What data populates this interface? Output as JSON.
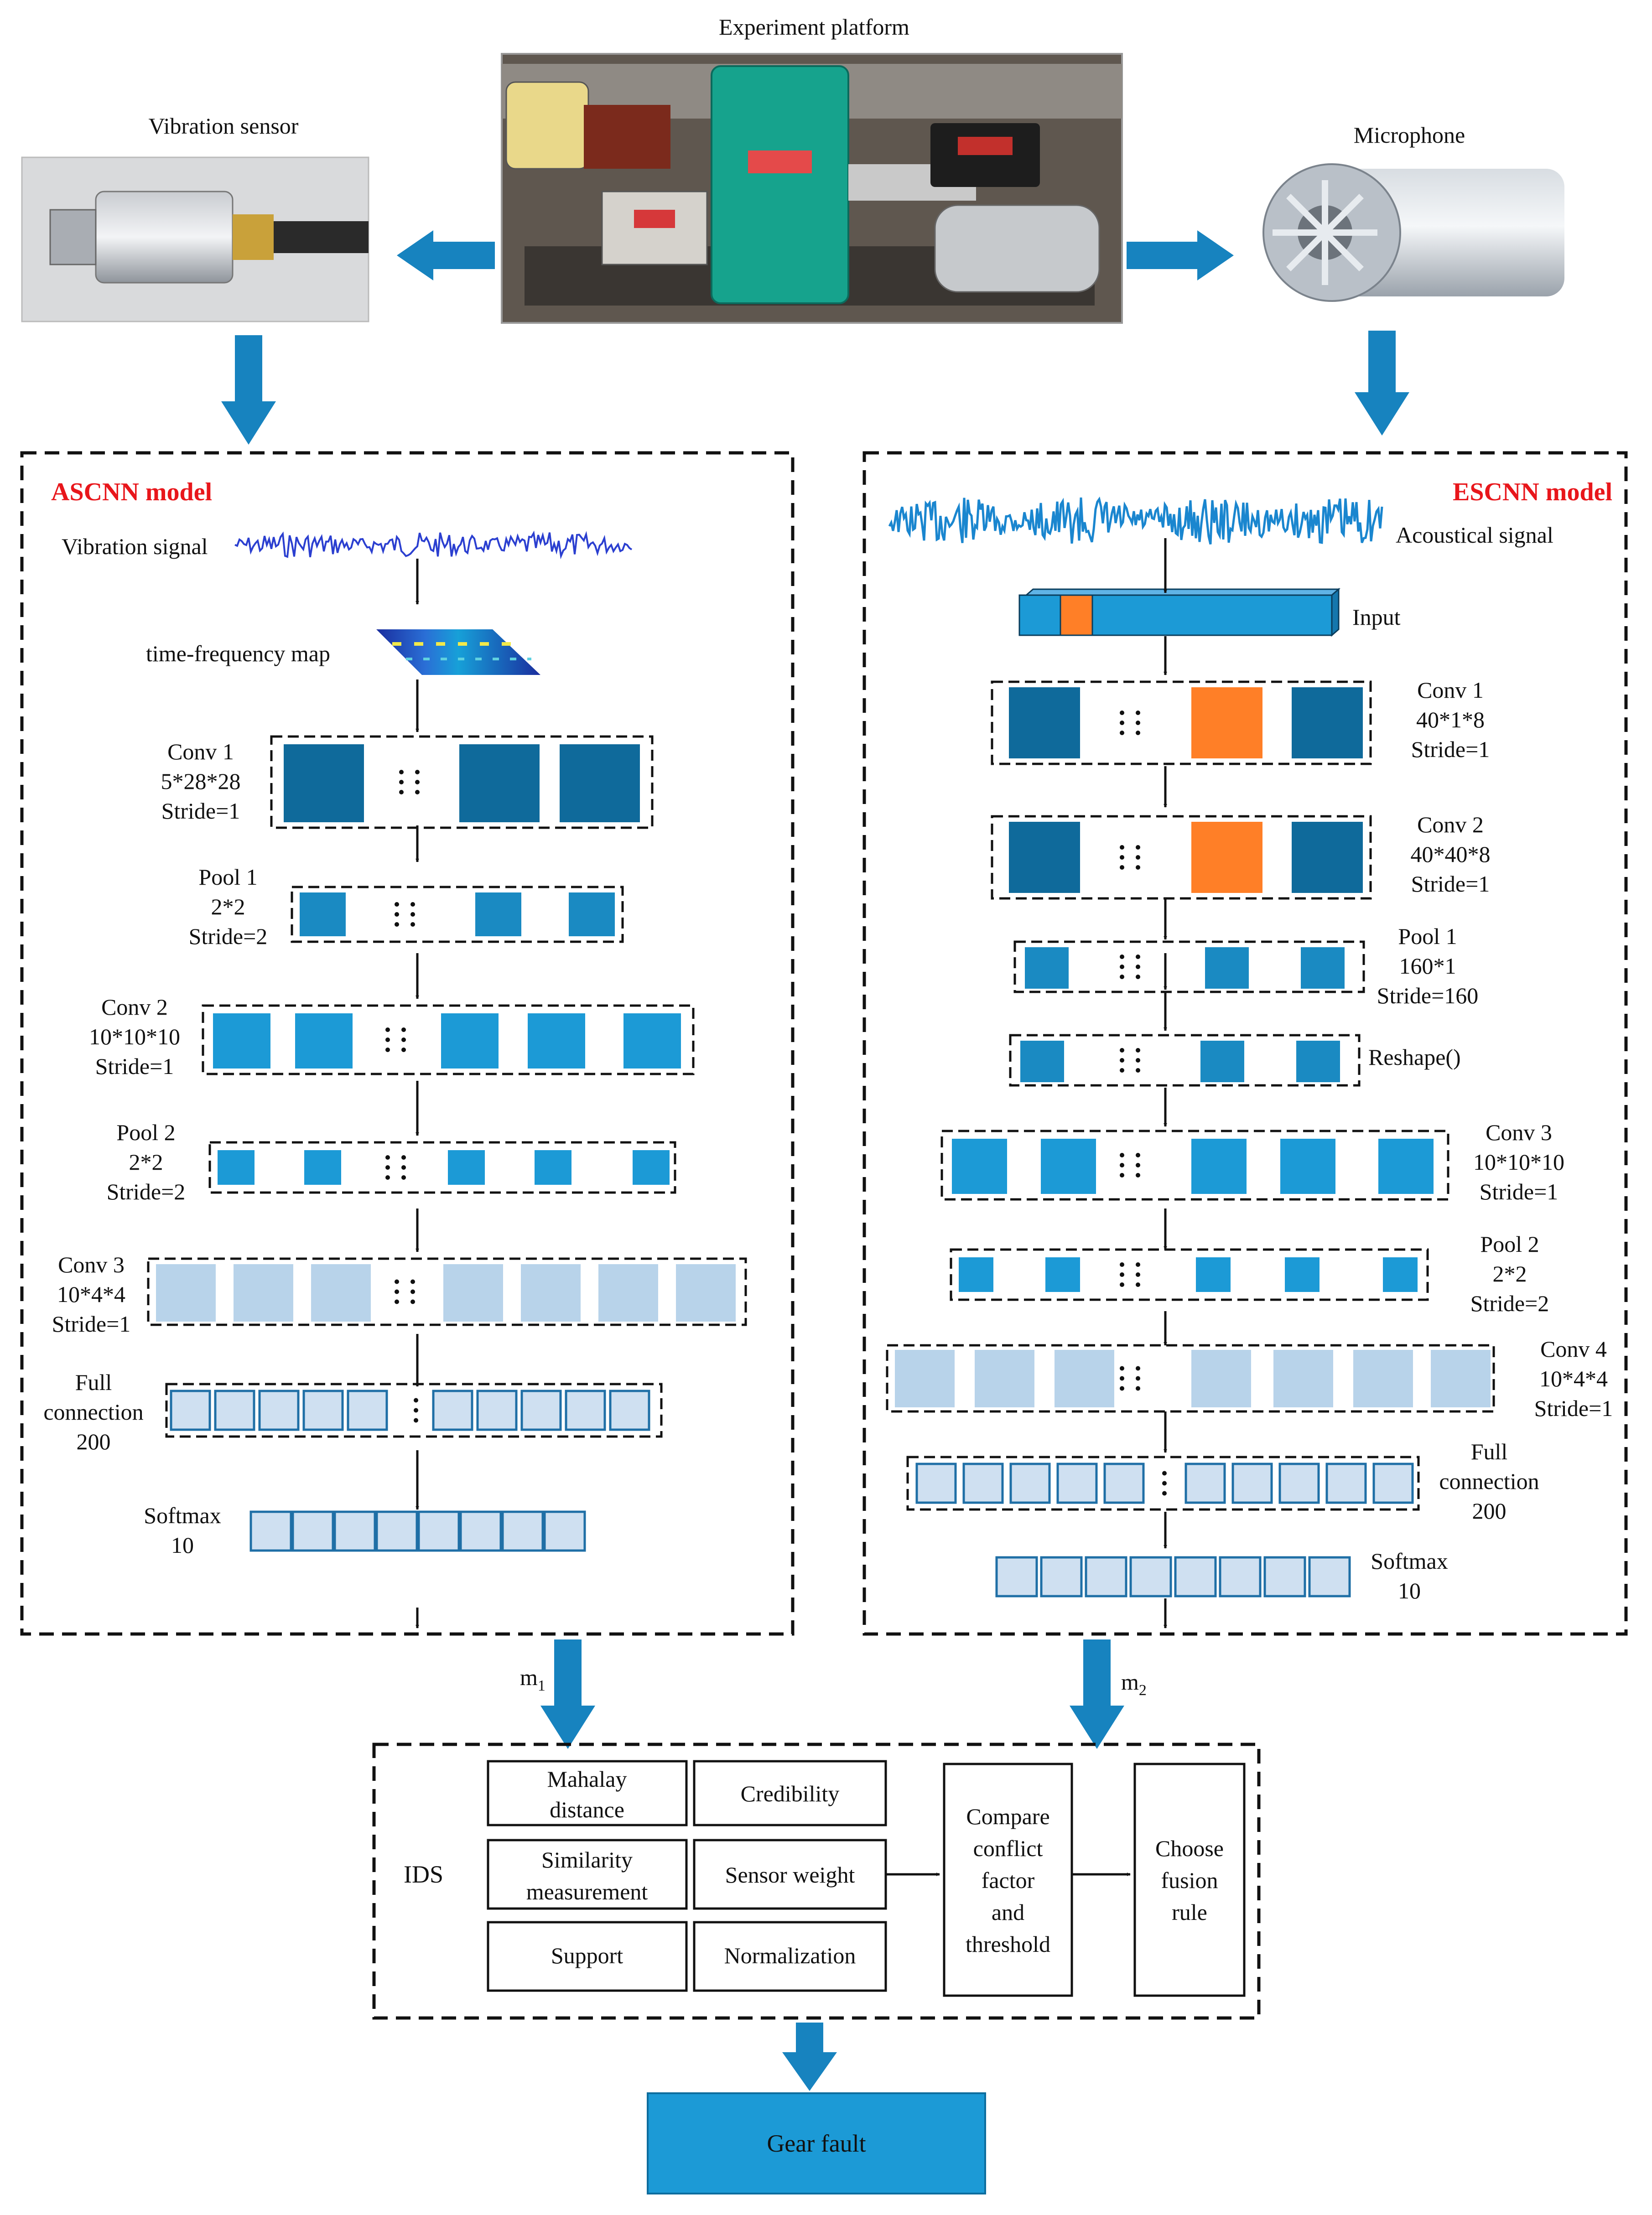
{
  "photos": {
    "vibration_sensor_caption": "Vibration sensor",
    "experiment_caption": "Experiment platform",
    "microphone_caption": "Microphone"
  },
  "ascnn": {
    "title": "ASCNN model",
    "signal_label": "Vibration signal",
    "tf_label": "time-frequency map",
    "conv1": [
      "Conv 1",
      "5*28*28",
      "Stride=1"
    ],
    "pool1": [
      "Pool 1",
      "2*2",
      "Stride=2"
    ],
    "conv2": [
      "Conv 2",
      "10*10*10",
      "Stride=1"
    ],
    "pool2": [
      "Pool 2",
      "2*2",
      "Stride=2"
    ],
    "conv3": [
      "Conv 3",
      "10*4*4",
      "Stride=1"
    ],
    "fc": [
      "Full",
      "connection",
      "200"
    ],
    "softmax": [
      "Softmax",
      "10"
    ],
    "output": "m1"
  },
  "escnn": {
    "title": "ESCNN model",
    "signal_label": "Acoustical signal",
    "input_label": "Input",
    "conv1": [
      "Conv 1",
      "40*1*8",
      "Stride=1"
    ],
    "conv2": [
      "Conv 2",
      "40*40*8",
      "Stride=1"
    ],
    "pool1": [
      "Pool 1",
      "160*1",
      "Stride=160"
    ],
    "reshape": "Reshape()",
    "conv3": [
      "Conv 3",
      "10*10*10",
      "Stride=1"
    ],
    "pool2": [
      "Pool 2",
      "2*2",
      "Stride=2"
    ],
    "conv4": [
      "Conv 4",
      "10*4*4",
      "Stride=1"
    ],
    "fc": [
      "Full",
      "connection",
      "200"
    ],
    "softmax": [
      "Softmax",
      "10"
    ],
    "output": "m2"
  },
  "ids": {
    "label": "IDS",
    "mahalay": [
      "Mahalay",
      "distance"
    ],
    "credibility": "Credibility",
    "similarity": [
      "Similarity",
      "measurement"
    ],
    "sensor_weight": "Sensor weight",
    "support": "Support",
    "normalization": "Normalization",
    "compare": [
      "Compare",
      "conflict",
      "factor",
      "and",
      "threshold"
    ],
    "choose": [
      "Choose",
      "fusion",
      "rule"
    ]
  },
  "result": "Gear fault",
  "colors": {
    "dark_blue": "#0f6a9b",
    "mid_blue": "#1a8ac2",
    "bright_blue": "#1c9ad6",
    "light_blue": "#b8d3ea",
    "orange": "#ff7f27",
    "arrow_blue": "#1783bf",
    "signal_blue": "#1d6fc2",
    "title_red": "#e8161b",
    "gear_fault_box": "#1c9ad6"
  }
}
